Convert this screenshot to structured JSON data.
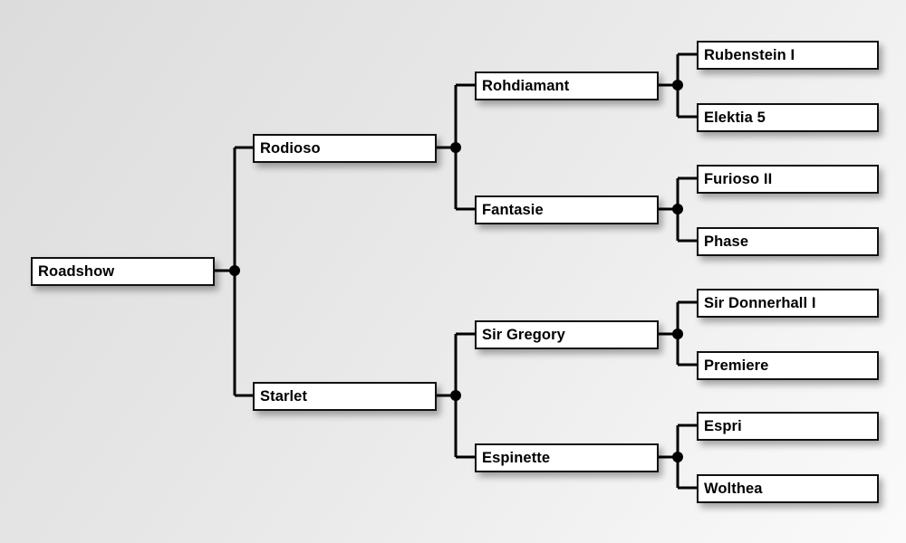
{
  "chart": {
    "type": "pedigree-tree",
    "title": "",
    "orientation": "left-to-right",
    "background_color": "#e9e9e9",
    "box_fill": "#ffffff",
    "box_border_color": "#111111",
    "line_color": "#000000",
    "generations": 4
  },
  "nodes": {
    "root": {
      "label": "Roadshow",
      "generation": 0
    },
    "sire": {
      "label": "Rodioso",
      "generation": 1
    },
    "dam": {
      "label": "Starlet",
      "generation": 1
    },
    "sire_sire": {
      "label": "Rohdiamant",
      "generation": 2
    },
    "sire_dam": {
      "label": "Fantasie",
      "generation": 2
    },
    "dam_sire": {
      "label": "Sir Gregory",
      "generation": 2
    },
    "dam_dam": {
      "label": "Espinette",
      "generation": 2
    },
    "ss_sire": {
      "label": "Rubenstein I",
      "generation": 3
    },
    "ss_dam": {
      "label": "Elektia 5",
      "generation": 3
    },
    "sd_sire": {
      "label": "Furioso II",
      "generation": 3
    },
    "sd_dam": {
      "label": "Phase",
      "generation": 3
    },
    "ds_sire": {
      "label": "Sir Donnerhall I",
      "generation": 3
    },
    "ds_dam": {
      "label": "Premiere",
      "generation": 3
    },
    "dd_sire": {
      "label": "Espri",
      "generation": 3
    },
    "dd_dam": {
      "label": "Wolthea",
      "generation": 3
    }
  },
  "edges": [
    {
      "from": "root",
      "to": "sire"
    },
    {
      "from": "root",
      "to": "dam"
    },
    {
      "from": "sire",
      "to": "sire_sire"
    },
    {
      "from": "sire",
      "to": "sire_dam"
    },
    {
      "from": "dam",
      "to": "dam_sire"
    },
    {
      "from": "dam",
      "to": "dam_dam"
    },
    {
      "from": "sire_sire",
      "to": "ss_sire"
    },
    {
      "from": "sire_sire",
      "to": "ss_dam"
    },
    {
      "from": "sire_dam",
      "to": "sd_sire"
    },
    {
      "from": "sire_dam",
      "to": "sd_dam"
    },
    {
      "from": "dam_sire",
      "to": "ds_sire"
    },
    {
      "from": "dam_sire",
      "to": "ds_dam"
    },
    {
      "from": "dam_dam",
      "to": "dd_sire"
    },
    {
      "from": "dam_dam",
      "to": "dd_dam"
    }
  ]
}
